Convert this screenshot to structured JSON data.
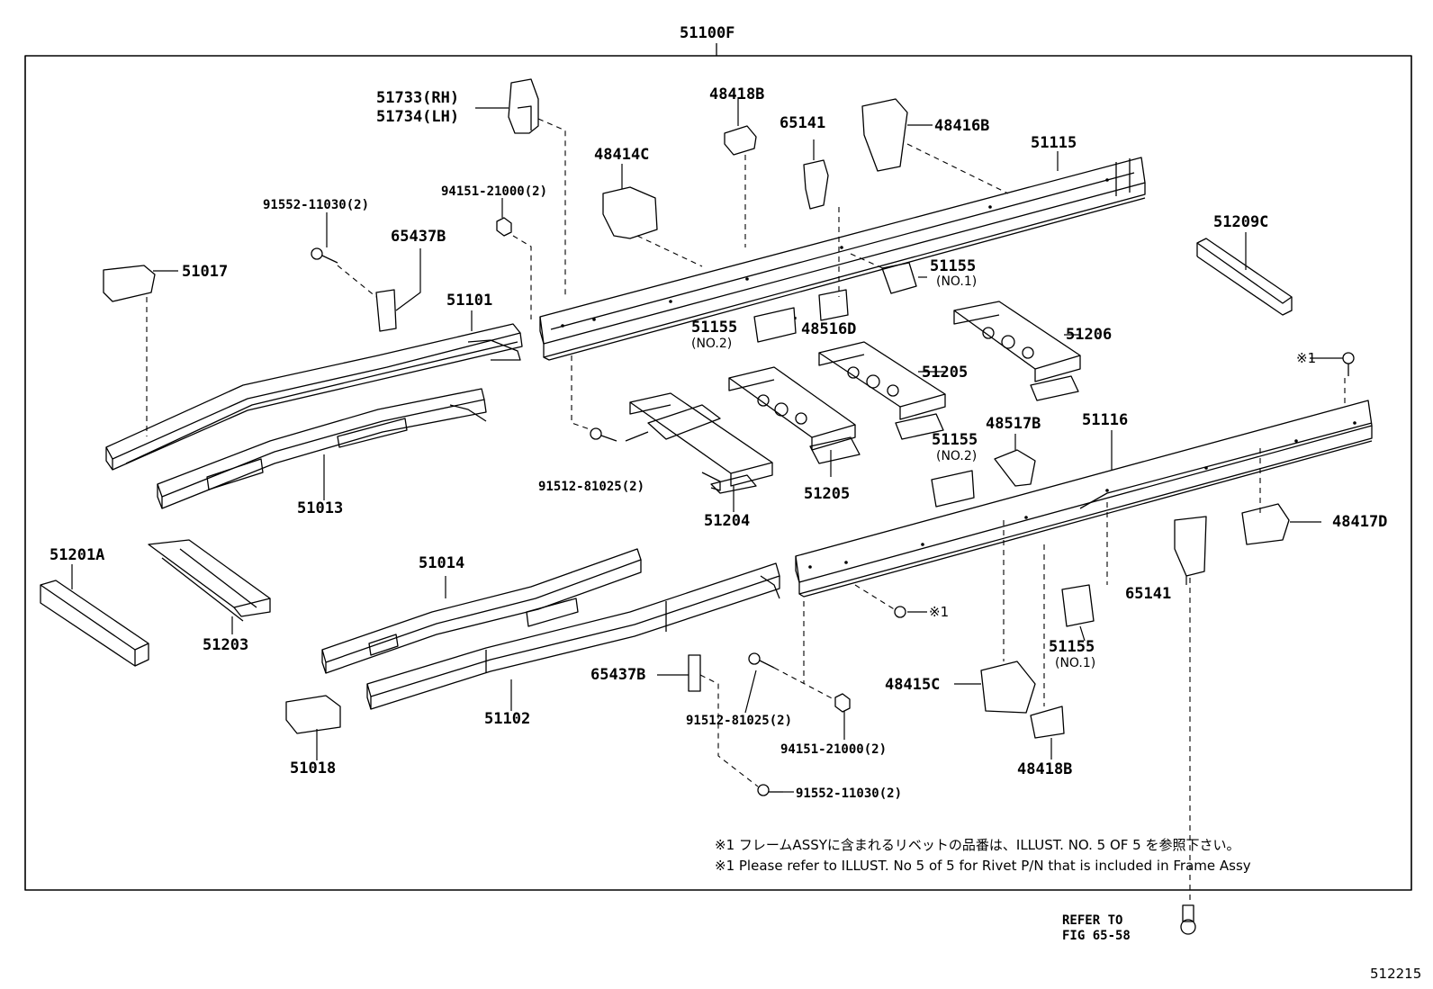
{
  "assembly_label": "51100F",
  "labels": {
    "p51733": "51733(RH)",
    "p51734": "51734(LH)",
    "p48418b_top": "48418B",
    "p65141_top": "65141",
    "p48416b": "48416B",
    "p51115": "51115",
    "p48414c": "48414C",
    "p91552_top": "91552-11030(2)",
    "p94151_top": "94151-21000(2)",
    "p65437b_top": "65437B",
    "p51017": "51017",
    "p51101": "51101",
    "p51155_no1_top": "51155",
    "p51155_no2_top": "51155",
    "p48516d": "48516D",
    "p51209c": "51209C",
    "p51206": "51206",
    "p51205_a": "51205",
    "p51205_b": "51205",
    "p51013": "51013",
    "p91512_top": "91512-81025(2)",
    "p51204": "51204",
    "p51155_no2_mid": "51155",
    "p48517b": "48517B",
    "p51116": "51116",
    "rivet_mark_top": "※1",
    "p48417d": "48417D",
    "p51201a": "51201A",
    "p51203": "51203",
    "p51014": "51014",
    "p51102": "51102",
    "p65437b_bot": "65437B",
    "p91512_bot": "91512-81025(2)",
    "p94151_bot": "94151-21000(2)",
    "p91552_bot": "91552-11030(2)",
    "rivet_mark_bot": "※1",
    "p65141_bot": "65141",
    "p51155_no1_bot": "51155",
    "p48415c": "48415C",
    "p48418b_bot": "48418B",
    "p51018": "51018"
  },
  "sublabels": {
    "no1_top": "(NO.1)",
    "no2_top": "(NO.2)",
    "no2_mid": "(NO.2)",
    "no1_bot": "(NO.1)"
  },
  "notes": {
    "jp": "※1 フレームASSYに含まれるリベットの品番は、ILLUST. NO. 5  OF  5  を参照下さい。",
    "en": "※1 Please refer to ILLUST. No 5 of 5 for Rivet P/N that is included in Frame Assy"
  },
  "refer_to": {
    "line1": "REFER TO",
    "line2": "FIG 65-58"
  },
  "figure_code": "512215"
}
